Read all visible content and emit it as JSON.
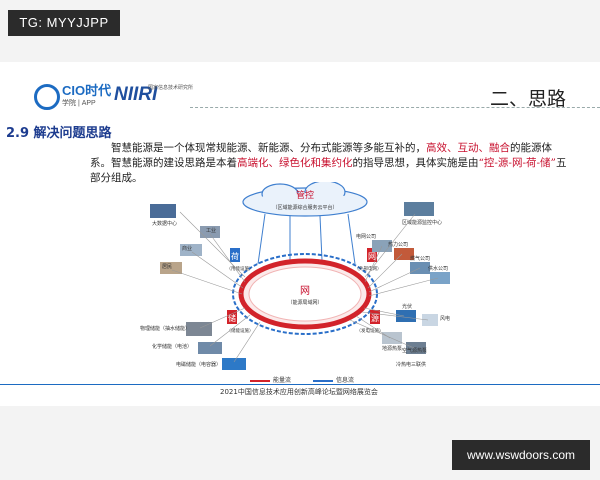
{
  "watermark_top": "TG: MYYJJPP",
  "watermark_bottom": "www.wswdoors.com",
  "logos": {
    "cio_main": "CIO时代",
    "cio_sub": "学院 | APP",
    "niiri": "NIIRI",
    "niiri_sub": "国家信息技术研究所"
  },
  "section_title": "二、思路",
  "heading": "2.9 解决问题思路",
  "paragraph": {
    "part1": "智慧能源是一个体现常规能源、新能源、分布式能源等多能互补的，",
    "hl1": "高效、互动、融合",
    "part2": "的能源体系。智慧能源的建设思路是本着",
    "hl2": "高端化、绿色化和集约化",
    "part3": "的指导思想，具体实施是由",
    "hl3": "“控-源-网-荷-储”",
    "part4": "五部分组成。"
  },
  "diagram": {
    "cloud_title": "管控",
    "cloud_sub": "（区域能源综合服务云平台）",
    "ring_center": "网",
    "ring_center_sub": "（能源局域网）",
    "lo_label": "荷",
    "lo_sub": "（用能设施）",
    "src_label": "网",
    "src_sub": "（外部电网）",
    "store_label": "储",
    "store_sub": "（储能设施）",
    "gen_label": "源",
    "gen_sub": "（发电设施）",
    "left_nodes": [
      "大数据中心",
      "工业",
      "商业",
      "居民",
      "物理储能（抽水储能）",
      "化学储能（电池）",
      "电磁储能（电容器）"
    ],
    "right_nodes": [
      "区域能源监控中心",
      "电网公司",
      "热力公司",
      "燃气公司",
      "供水公司",
      "光伏",
      "风电",
      "地源热泵",
      "空气源热泵",
      "冷热电三联供"
    ]
  },
  "legend": {
    "item1": "能量流",
    "item2": "信息流"
  },
  "footer": "2021中国信息技术应用创新高峰论坛暨网络展览会",
  "colors": {
    "accent_red": "#c8102e",
    "accent_blue": "#1c6bc2",
    "ring_red": "#d2232a",
    "ring_blue": "#2a6fc9"
  }
}
